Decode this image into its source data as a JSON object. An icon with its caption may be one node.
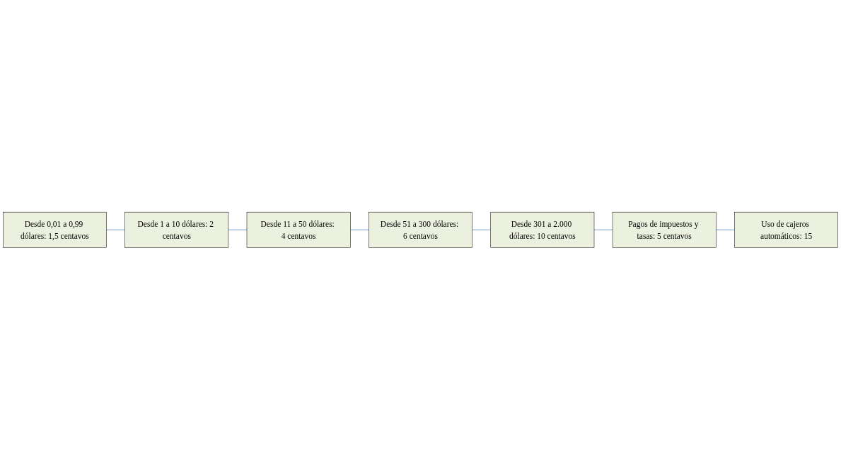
{
  "diagram": {
    "nodes": [
      {
        "text": [
          "Desde 0,01 a 0,99 dólares: 1,5 centavos"
        ]
      },
      {
        "text": [
          "Desde 1 a 10 dólares: 2 centavos"
        ]
      },
      {
        "text": [
          "Desde 11 a 50 dólares: 4 centavos"
        ]
      },
      {
        "text": [
          "Desde 301 a 2.000 dólares: 10 centavos"
        ]
      },
      {
        "text": [
          "Desde 51 a 300 dólares: 6 centavos"
        ]
      },
      {
        "text": [
          "Pagos de impuestos y tasas: 5 centavos"
        ]
      },
      {
        "text": [
          "Uso de cajeros automáticos: 15"
        ]
      }
    ],
    "edges": [
      {
        "from": 0,
        "to": 1,
        "arrow": "none"
      },
      {
        "from": 1,
        "to": 2,
        "arrow": "none"
      },
      {
        "from": 2,
        "to": 4,
        "arrow": "none"
      },
      {
        "from": 4,
        "to": 3,
        "arrow": "none"
      },
      {
        "from": 3,
        "to": 5,
        "arrow": "none"
      },
      {
        "from": 5,
        "to": 6,
        "arrow": "none"
      }
    ]
  }
}
